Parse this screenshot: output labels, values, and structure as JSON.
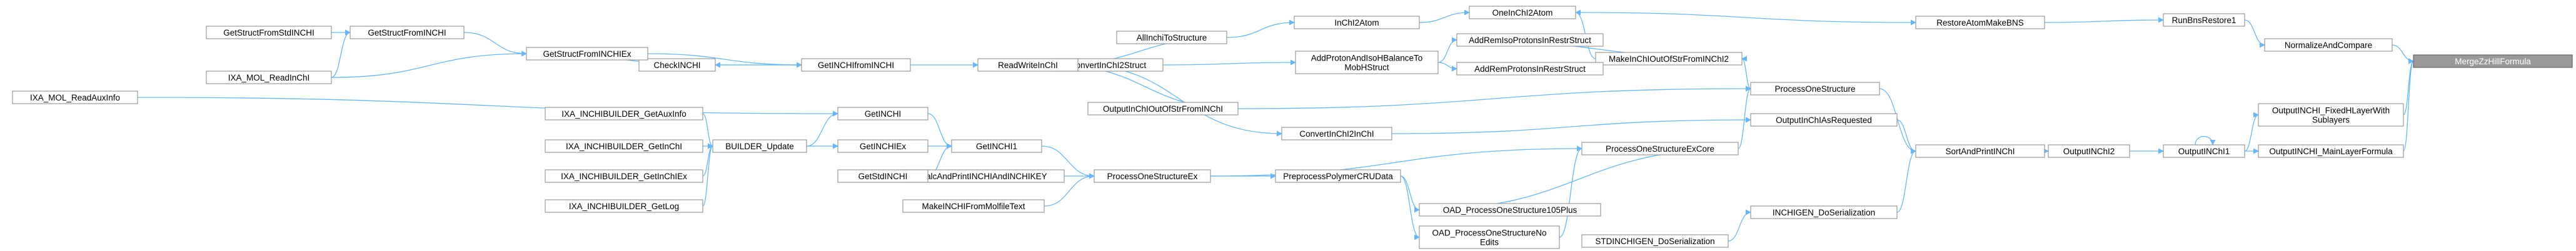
{
  "graph": {
    "root": "MergeZzHillFormula",
    "colors": {
      "edge": "#63b8ff",
      "node_border": "#999999",
      "root_fill": "#999999",
      "root_text": "#ffffff"
    },
    "nodes": {
      "n_root": [
        "MergeZzHillFormula"
      ],
      "n_fixedh": [
        "OutputINCHI_FixedHLayerWith",
        "Sublayers"
      ],
      "n_mainlayer": [
        "OutputINCHI_MainLayerFormula"
      ],
      "n_normalize": [
        "NormalizeAndCompare"
      ],
      "n_outputinchi1": [
        "OutputINChI1"
      ],
      "n_runbns": [
        "RunBnsRestore1"
      ],
      "n_outputinchi2": [
        "OutputINChI2"
      ],
      "n_restoreatom": [
        "RestoreAtomMakeBNS"
      ],
      "n_sortandprint": [
        "SortAndPrintINChI"
      ],
      "n_oneinchi2atom": [
        "OneInChI2Atom"
      ],
      "n_makeinchiout": [
        "MakeInChIOutOfStrFromINChI2"
      ],
      "n_processone": [
        "ProcessOneStructure"
      ],
      "n_outputrequested": [
        "OutputInChIAsRequested"
      ],
      "n_inchigen": [
        "INCHIGEN_DoSerialization"
      ],
      "n_stdinchigen": [
        "STDINCHIGEN_DoSerialization"
      ],
      "n_inchi2atom": [
        "InChI2Atom"
      ],
      "n_addremiso": [
        "AddRemIsoProtonsInRestrStruct"
      ],
      "n_addremprot": [
        "AddRemProtonsInRestrStruct"
      ],
      "n_addprotons": [
        "AddProtonAndIsoHBalanceTo",
        "MobHStruct"
      ],
      "n_allinchitostr": [
        "AllInchiToStructure"
      ],
      "n_convertinchi2struct": [
        "ConvertInChI2Struct"
      ],
      "n_outputinchioutof": [
        "OutputInChIOutOfStrFromINChI"
      ],
      "n_convertinchi2inchi": [
        "ConvertInChI2InChI"
      ],
      "n_processoneex": [
        "ProcessOneStructureExCore"
      ],
      "n_oad105": [
        "OAD_ProcessOneStructure105Plus"
      ],
      "n_oadnoedits": [
        "OAD_ProcessOneStructureNo",
        "Edits"
      ],
      "n_preprocess": [
        "PreprocessPolymerCRUData"
      ],
      "n_processonestructex": [
        "ProcessOneStructureEx"
      ],
      "n_readwriteinchi": [
        "ReadWriteInChI"
      ],
      "n_getinchi1": [
        "GetINCHI1"
      ],
      "n_calcandprint": [
        "CalcAndPrintINCHIAndINCHIKEY"
      ],
      "n_makeinchifrommol": [
        "MakeINCHIFromMolfileText"
      ],
      "n_getinchifrominchi": [
        "GetINCHIfromINCHI"
      ],
      "n_getinchi": [
        "GetINCHI"
      ],
      "n_getinchiex": [
        "GetINCHIEx"
      ],
      "n_getstdinchi": [
        "GetStdINCHI"
      ],
      "n_checkinchi": [
        "CheckINCHI"
      ],
      "n_getstructfrominchiex": [
        "GetStructFromINCHIEx"
      ],
      "n_builderupdate": [
        "BUILDER_Update"
      ],
      "n_ixamolreadauxinfo": [
        "IXA_MOL_ReadAuxInfo"
      ],
      "n_getstructfrominchi": [
        "GetStructFromINCHI"
      ],
      "n_ixamolreadinchi": [
        "IXA_MOL_ReadInChI"
      ],
      "n_getstructfromstd": [
        "GetStructFromStdINCHI"
      ],
      "n_ixabuildergetauxinfo": [
        "IXA_INCHIBUILDER_GetAuxInfo"
      ],
      "n_ixabuildergetinchi": [
        "IXA_INCHIBUILDER_GetInChI"
      ],
      "n_ixabuildergetinchiex": [
        "IXA_INCHIBUILDER_GetInChIEx"
      ],
      "n_ixabuildergetlog": [
        "IXA_INCHIBUILDER_GetLog"
      ]
    }
  }
}
